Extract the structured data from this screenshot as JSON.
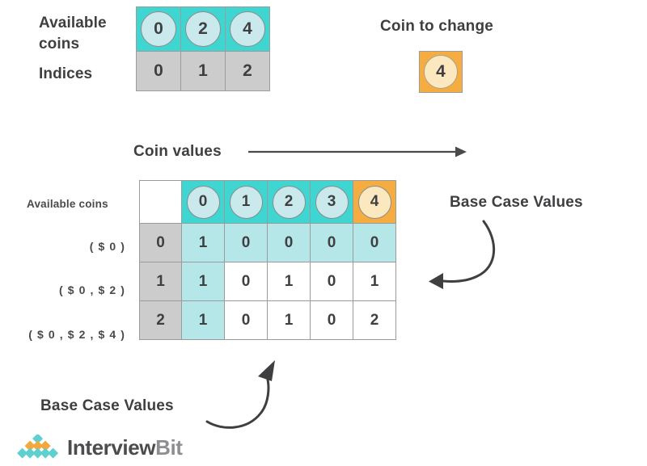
{
  "top_section": {
    "available_coins_label": "Available\ncoins",
    "indices_label": "Indices",
    "coins": [
      "0",
      "2",
      "4"
    ],
    "indices": [
      "0",
      "1",
      "2"
    ],
    "coin_to_change_title": "Coin to change",
    "coin_to_change_value": "4"
  },
  "main": {
    "coin_values_label": "Coin values",
    "available_coins_label": "Available coins",
    "column_headers": [
      "0",
      "1",
      "2",
      "3",
      "4"
    ],
    "highlighted_column_header": "4",
    "row_labels": [
      "( $ 0 )",
      "( $ 0 , $ 2 )",
      "( $ 0 , $ 2 , $ 4 )"
    ],
    "row_indices": [
      "0",
      "1",
      "2"
    ],
    "rows": [
      [
        "1",
        "0",
        "0",
        "0",
        "0"
      ],
      [
        "1",
        "0",
        "1",
        "0",
        "1"
      ],
      [
        "1",
        "0",
        "1",
        "0",
        "2"
      ]
    ]
  },
  "annotations": {
    "base_case_right": "Base Case Values",
    "base_case_bottom": "Base Case Values"
  },
  "logo": {
    "text_dark": "Interview",
    "text_light": "Bit"
  },
  "colors": {
    "teal_header": "#3fd5d0",
    "circle_fill": "#c9e9ec",
    "circle_fill_orange": "#fce8bf",
    "orange": "#f5ac41",
    "gray": "#cccccc",
    "cyan_body": "#b5e7e9",
    "text": "#3f3f42",
    "border": "#9b9b9b",
    "logo_teal": "#5ed0cd",
    "logo_orange": "#f2a83c"
  }
}
